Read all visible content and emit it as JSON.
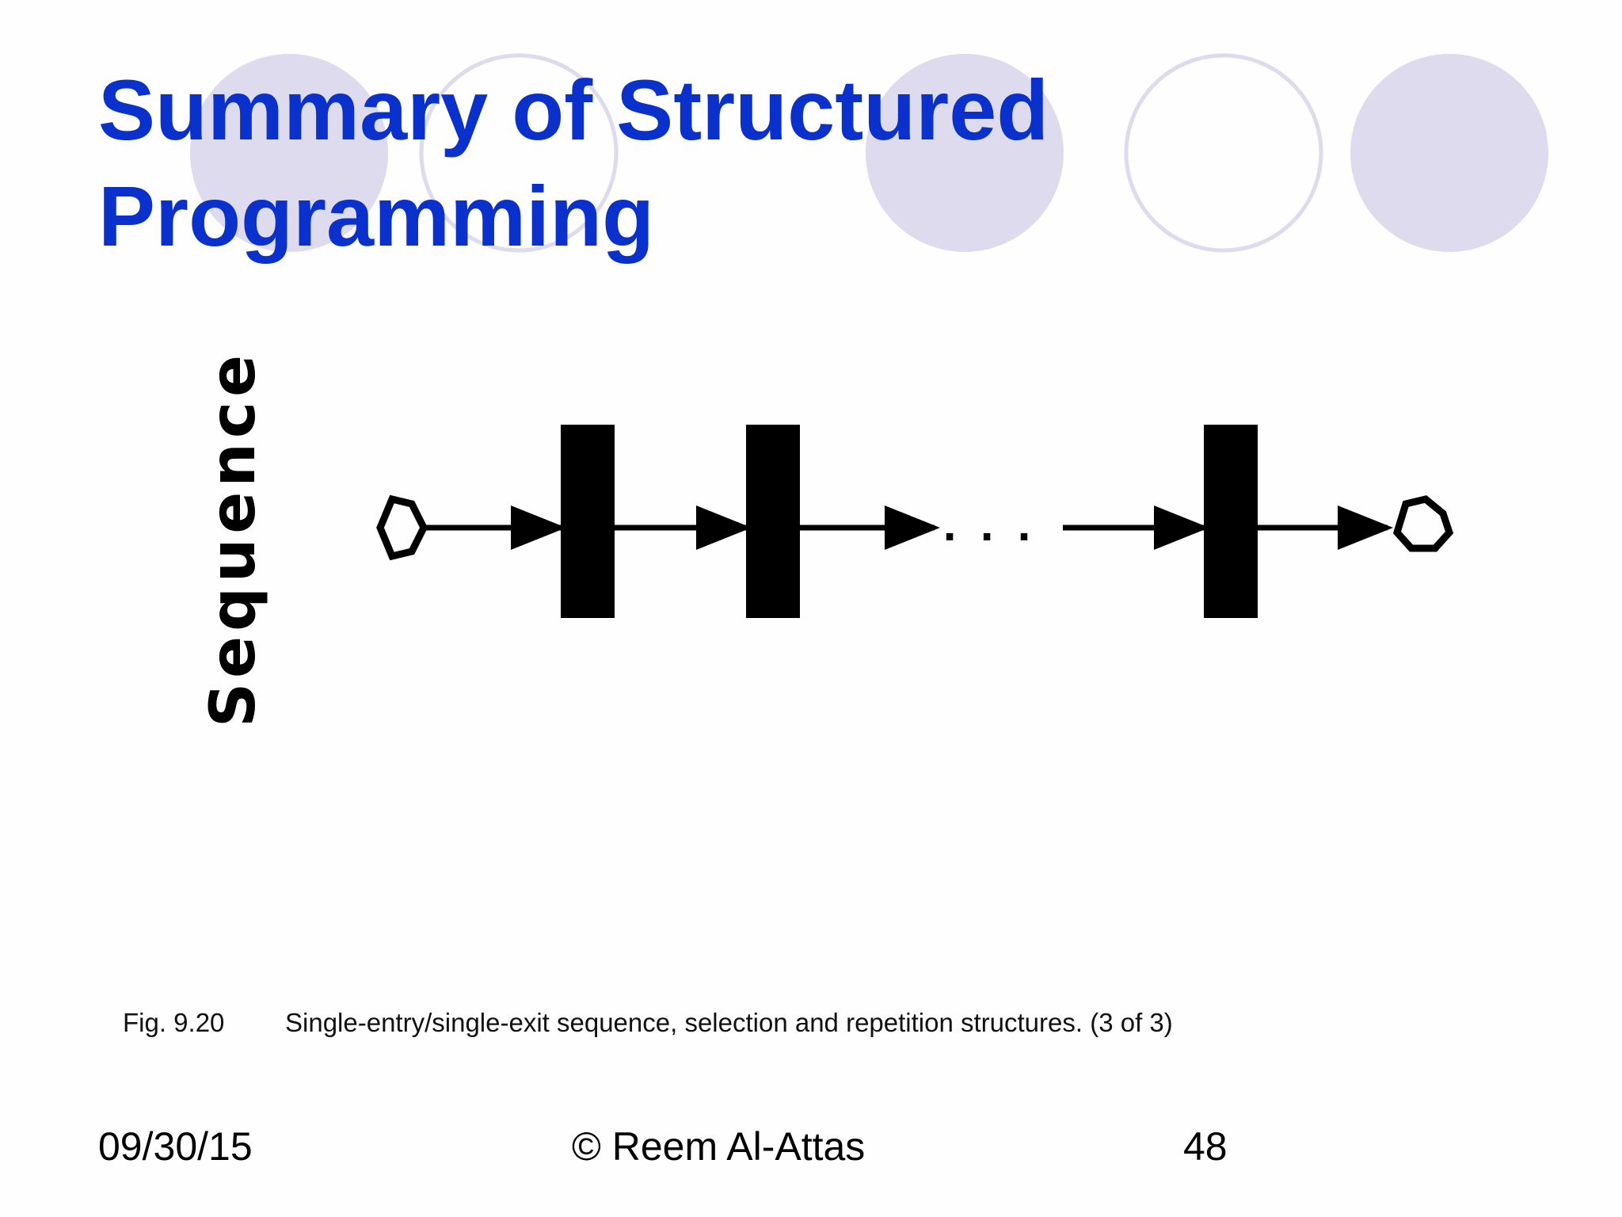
{
  "slide": {
    "title_lines": [
      "Summary of Structured",
      "Programming"
    ],
    "diagram_label": "Sequence",
    "ellipsis": ". . .",
    "caption_number": "Fig. 9.20",
    "caption_text": "Single-entry/single-exit sequence, selection and repetition structures. (3 of 3)"
  },
  "footer": {
    "date": "09/30/15",
    "author": "© Reem Al-Attas",
    "page": "48"
  },
  "colors": {
    "title": "#0a31cc",
    "circle_fill": "#dddbed",
    "circle_stroke": "#dddbed",
    "diagram": "#000000"
  }
}
